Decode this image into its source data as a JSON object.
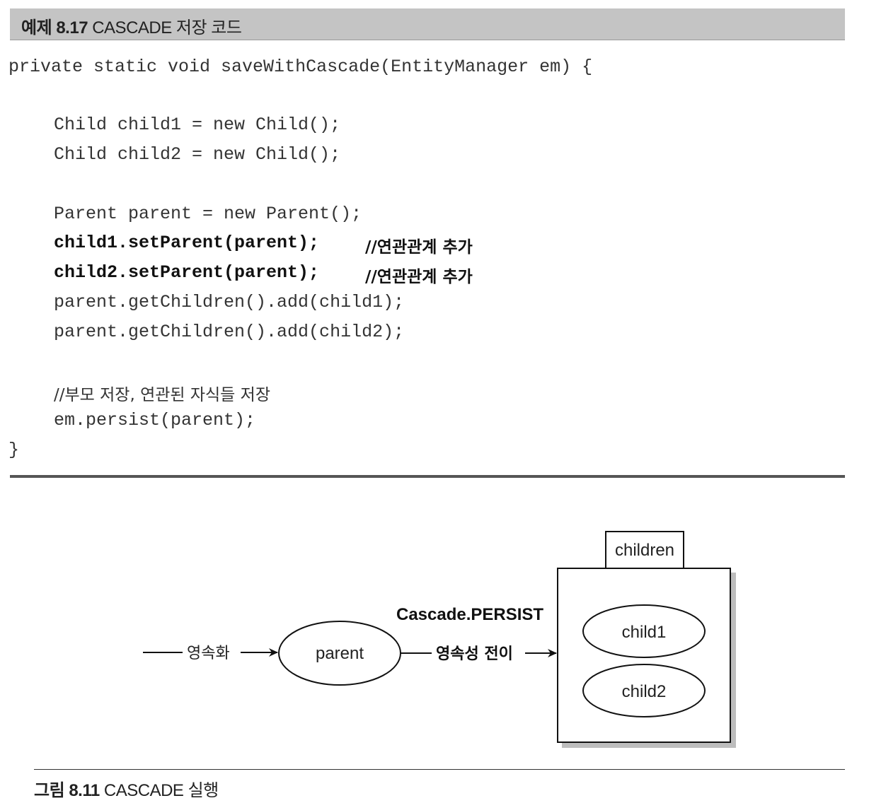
{
  "header": {
    "number": "예제 8.17",
    "title": "CASCADE 저장 코드"
  },
  "code": {
    "lines": [
      "private static void saveWithCascade(EntityManager em) {",
      "Child child1 = new Child();",
      "Child child2 = new Child();",
      "Parent parent = new Parent();",
      "child1.setParent(parent);",
      "child2.setParent(parent);",
      "parent.getChildren().add(child1);",
      "parent.getChildren().add(child2);",
      "//부모 저장, 연관된 자식들 저장",
      "em.persist(parent);",
      "}"
    ],
    "inline_comment_1": "//연관관계 추가",
    "inline_comment_2": "//연관관계 추가"
  },
  "diagram": {
    "persist_label": "영속화",
    "parent_label": "parent",
    "cascade_label": "Cascade.PERSIST",
    "transfer_label": "영속성 전이",
    "box_tab_label": "children",
    "child1_label": "child1",
    "child2_label": "child2"
  },
  "caption": {
    "number": "그림 8.11",
    "title": "CASCADE 실행"
  }
}
